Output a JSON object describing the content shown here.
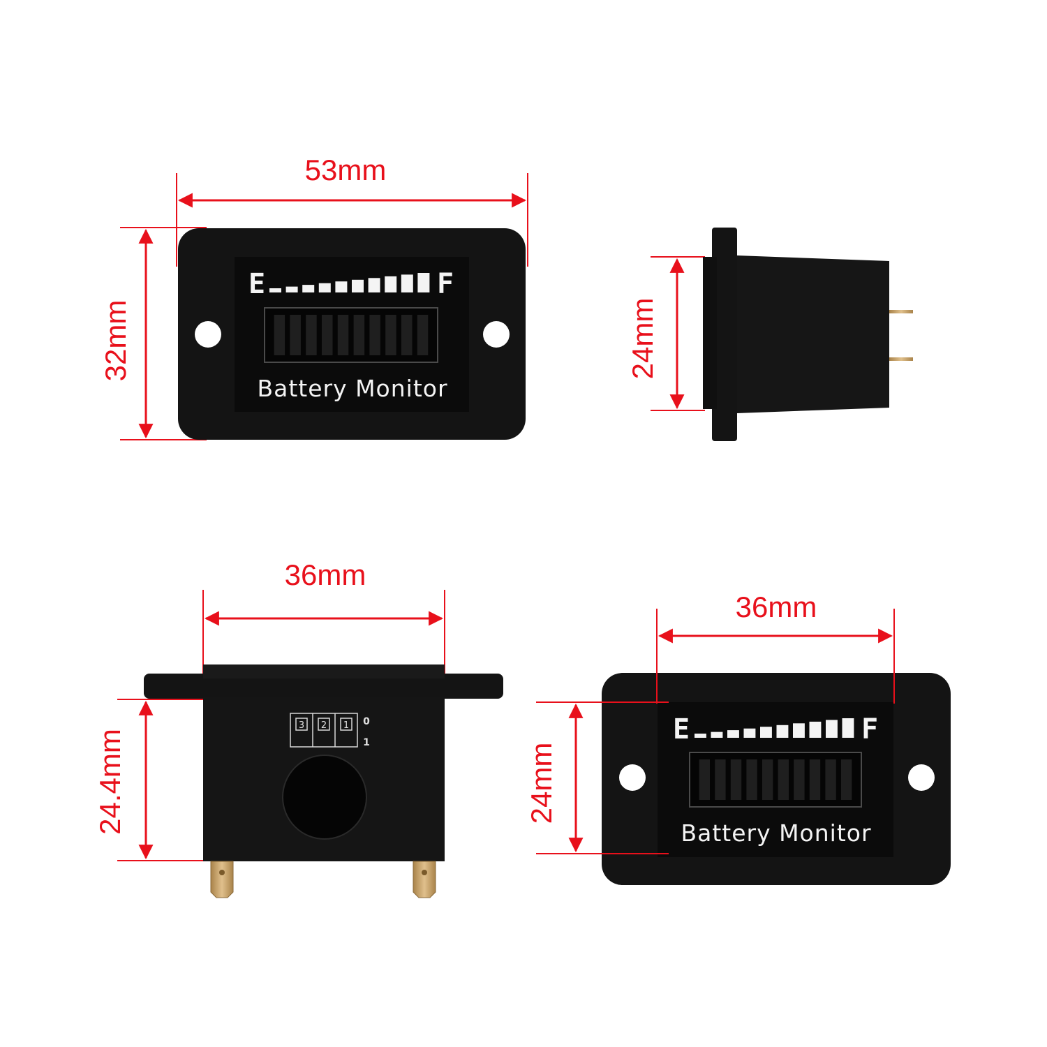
{
  "colors": {
    "dimension": "#e8101b",
    "device_body": "#141414",
    "device_face": "#0c0c0c",
    "segment_on": "#f4f4f4",
    "segment_off": "#1f1f1f",
    "terminal": "#c9a46a"
  },
  "front_view": {
    "width_label": "53mm",
    "height_label": "32mm",
    "empty_label": "E",
    "full_label": "F",
    "display_label": "Battery Monitor",
    "segments": 10
  },
  "side_view": {
    "height_label": "24mm"
  },
  "bottom_view": {
    "width_label": "36mm",
    "height_label": "24.4mm",
    "dip_switch": {
      "positions": [
        "3",
        "2",
        "1"
      ],
      "state_top": "0",
      "state_bottom": "1"
    }
  },
  "front_view_inner": {
    "width_label": "36mm",
    "height_label": "24mm",
    "empty_label": "E",
    "full_label": "F",
    "display_label": "Battery Monitor",
    "segments": 10
  }
}
